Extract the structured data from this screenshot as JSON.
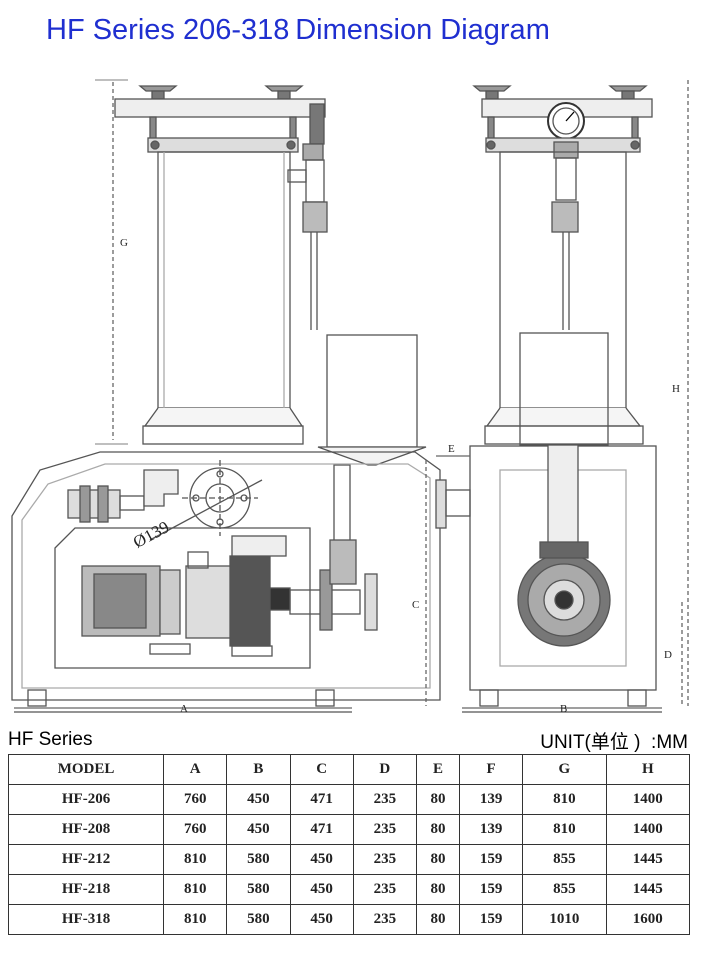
{
  "title": "HF Series 206-318 Dimension Diagram",
  "series_label": "HF Series",
  "unit_label": "UNIT(单位 )  :MM",
  "drawing": {
    "dim_labels": {
      "A": "A",
      "B": "B",
      "C": "C",
      "D": "D",
      "E": "E",
      "G": "G",
      "H": "H"
    },
    "flange_diameter": "Ø139"
  },
  "table": {
    "headers": [
      "MODEL",
      "A",
      "B",
      "C",
      "D",
      "E",
      "F",
      "G",
      "H"
    ],
    "rows": [
      [
        "HF-206",
        "760",
        "450",
        "471",
        "235",
        "80",
        "139",
        "810",
        "1400"
      ],
      [
        "HF-208",
        "760",
        "450",
        "471",
        "235",
        "80",
        "139",
        "810",
        "1400"
      ],
      [
        "HF-212",
        "810",
        "580",
        "450",
        "235",
        "80",
        "159",
        "855",
        "1445"
      ],
      [
        "HF-218",
        "810",
        "580",
        "450",
        "235",
        "80",
        "159",
        "855",
        "1445"
      ],
      [
        "HF-318",
        "810",
        "580",
        "450",
        "235",
        "80",
        "159",
        "1010",
        "1600"
      ]
    ]
  }
}
